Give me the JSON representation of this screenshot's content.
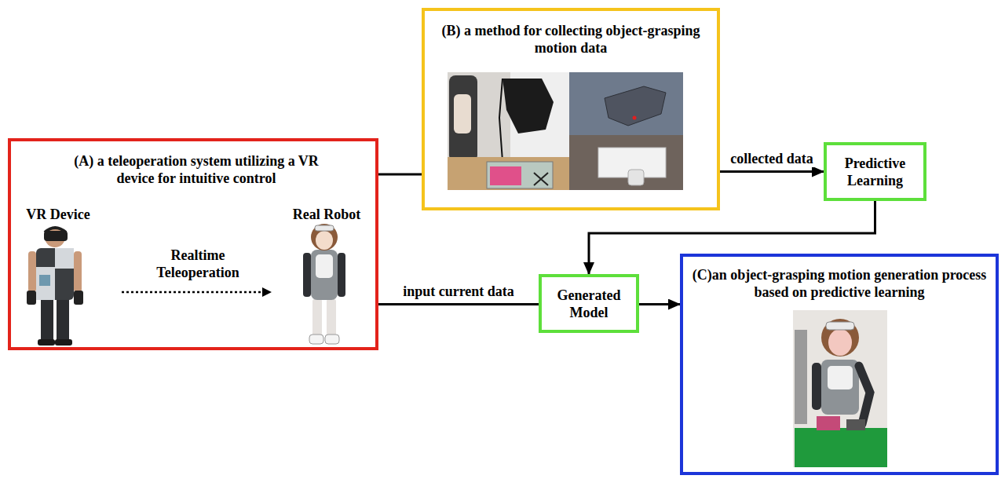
{
  "diagram": {
    "nodes": [
      {
        "text": [
          "(A) a teleoperation system utilizing a VR device for intuitive control",
          "VR Device",
          "Real Robot",
          "Realtime Teleoperation"
        ]
      },
      {
        "text": [
          "(B) a method for collecting object-grasping motion data"
        ]
      },
      {
        "text": [
          "Predictive Learning"
        ]
      },
      {
        "text": [
          "Generated Model"
        ]
      },
      {
        "text": [
          "(C)an object-grasping motion generation process based on predictive learning"
        ]
      }
    ],
    "edges": [
      {
        "from": 0,
        "to": 1,
        "arrow": "none"
      },
      {
        "from": 1,
        "to": 2,
        "arrow": "to",
        "label": "collected data"
      },
      {
        "from": 2,
        "to": 3,
        "arrow": "to"
      },
      {
        "from": 0,
        "to": 3,
        "arrow": "none",
        "label": "input current data"
      },
      {
        "from": 3,
        "to": 4,
        "arrow": "to"
      }
    ]
  }
}
